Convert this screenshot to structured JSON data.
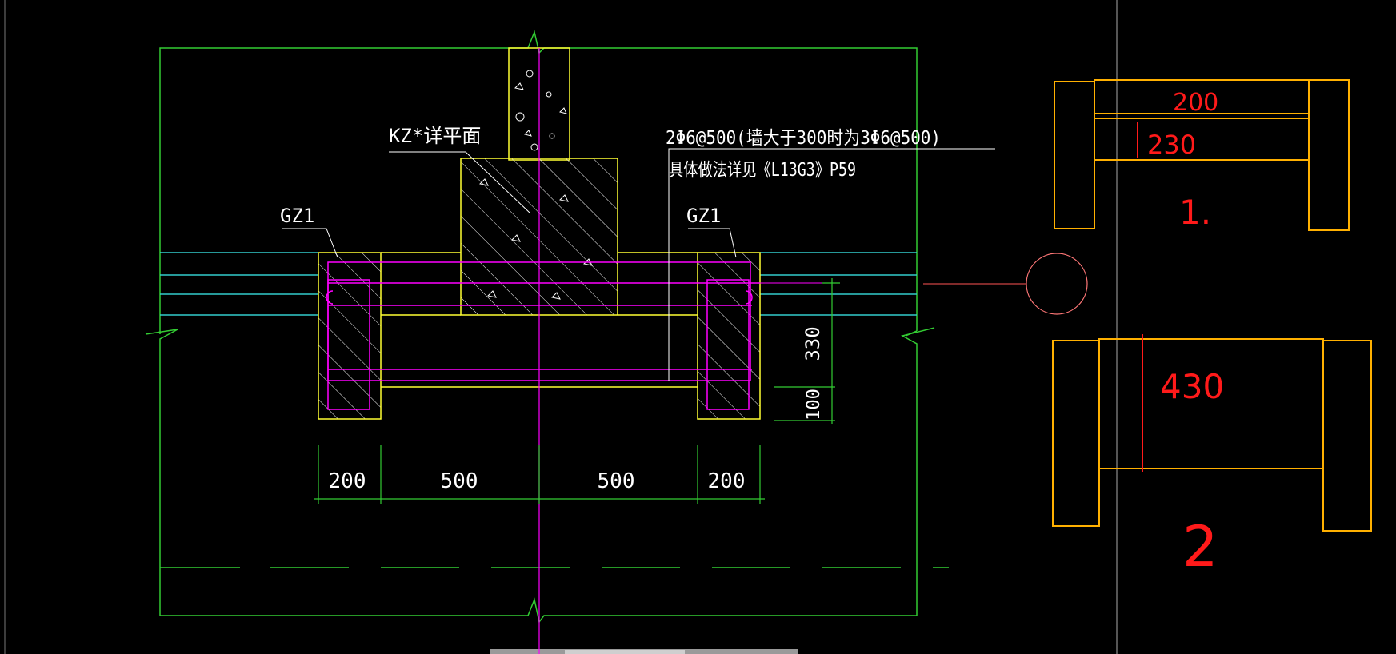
{
  "drawing": {
    "labels": {
      "kz": "KZ*详平面",
      "gz1_left": "GZ1",
      "gz1_right": "GZ1",
      "rebar_note_line1": "2Φ6@500(墙大于300时为3Φ6@500)",
      "rebar_note_line2": "具体做法详见《L13G3》P59"
    },
    "dimensions": {
      "bottom": [
        "200",
        "500",
        "500",
        "200"
      ],
      "vertical_upper": "330",
      "vertical_lower": "100"
    },
    "sketches": {
      "sketch1_top": "200",
      "sketch1_bottom": "230",
      "sketch1_number": "1.",
      "sketch2_dim": "430",
      "sketch2_number": "2"
    },
    "colors": {
      "background": "#000000",
      "outline": "#33cc33",
      "wall": "#ffff33",
      "concrete": "#ffffff",
      "rebar": "#ff00ff",
      "axis": "#ff00ff",
      "cyan_line": "#33cccc",
      "sketch": "#ffb000",
      "annotation": "#ff1a1a"
    }
  }
}
